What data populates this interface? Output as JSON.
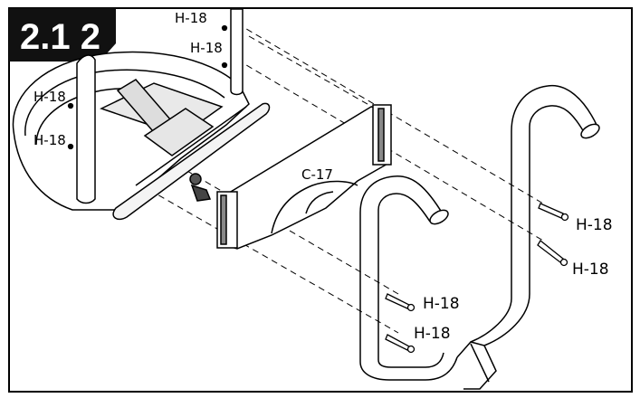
{
  "step": {
    "number": "2.1 2"
  },
  "labels": {
    "bolt_top_1": "H-18",
    "bolt_top_2": "H-18",
    "bolt_left_1": "H-18",
    "bolt_left_2": "H-18",
    "part_cover": "C-17",
    "bolt_right_1": "H-18",
    "bolt_right_2": "H-18",
    "bolt_mid_1": "H-18",
    "bolt_mid_2": "H-18"
  },
  "colors": {
    "ink": "#000000",
    "paper": "#ffffff",
    "badge": "#111111"
  }
}
